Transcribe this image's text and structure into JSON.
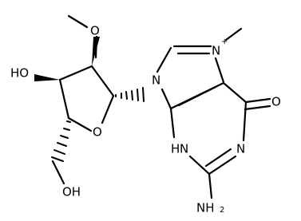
{
  "labels": {
    "ho_ring": "HO",
    "oh_chain": "OH",
    "o_methoxy": "O",
    "o_ring": "O",
    "o_carbonyl": "O",
    "n9": "N",
    "n7": "N",
    "n7_charge": "+",
    "n3": "N",
    "n3_h": "H",
    "n1": "N",
    "nh2_n": "NH",
    "nh2_sub": "2"
  }
}
